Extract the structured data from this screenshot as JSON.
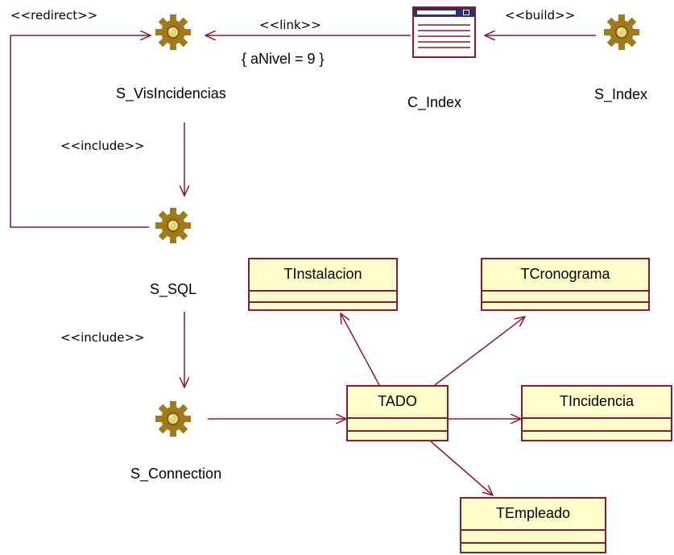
{
  "components": {
    "s_visincidencias": "S_VisIncidencias",
    "c_index": "C_Index",
    "s_index": "S_Index",
    "s_sql": "S_SQL",
    "s_connection": "S_Connection"
  },
  "classes": {
    "tinstalacion": "TInstalacion",
    "tcronograma": "TCronograma",
    "tado": "TADO",
    "tincidencia": "TIncidencia",
    "templeado": "TEmpleado"
  },
  "stereotypes": {
    "redirect": "<<redirect>>",
    "link": "<<link>>",
    "build": "<<build>>",
    "include_sql": "<<include>>",
    "include_connection": "<<include>>"
  },
  "constraints": {
    "link_param": "{ aNivel = 9 }"
  },
  "colors": {
    "line": "#8b1a2c",
    "class_fill": "#ffffcc",
    "gear": "#a07a1c"
  }
}
